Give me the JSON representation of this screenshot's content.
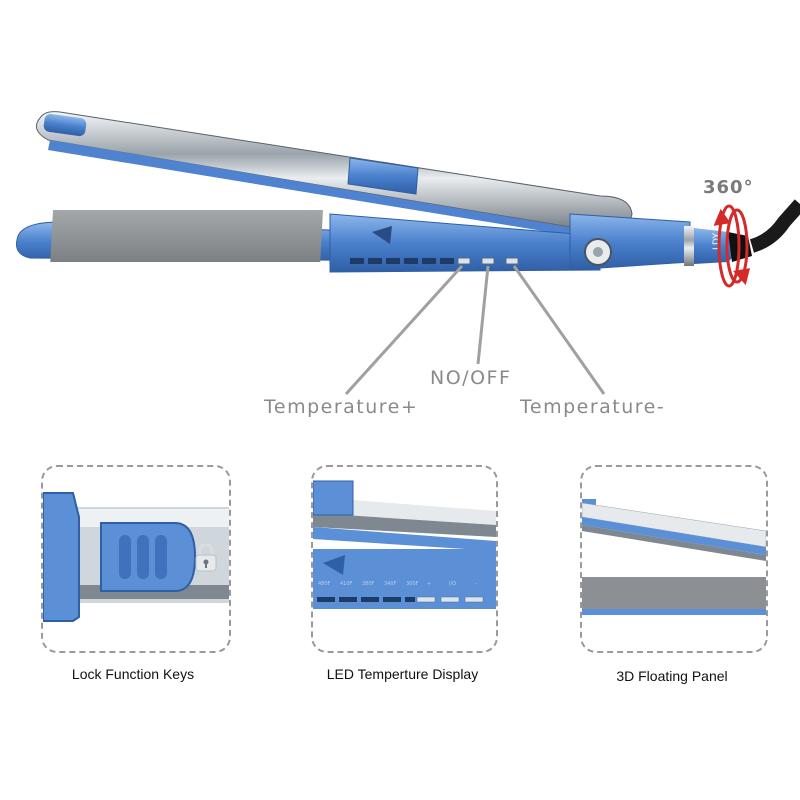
{
  "callouts": {
    "power": "NO/OFF",
    "temp_up": "Temperature+",
    "temp_down": "Temperature-"
  },
  "rotation_label": "360°",
  "device_mark": "LDY",
  "features": [
    {
      "caption": "Lock Function Keys",
      "icon": "lock-icon"
    },
    {
      "caption": "LED Temperture Display",
      "temps": [
        "480F",
        "410F",
        "380F",
        "340F",
        "300F"
      ],
      "markers": [
        "+",
        "Ι/O",
        "-"
      ]
    },
    {
      "caption": "3D Floating Panel"
    }
  ],
  "colors": {
    "accent": "#5b8fd6",
    "chrome": "#cfd6dc",
    "plate": "#8c8f93",
    "arrow": "#d42a2a",
    "callout_line": "#9a9a9a"
  }
}
